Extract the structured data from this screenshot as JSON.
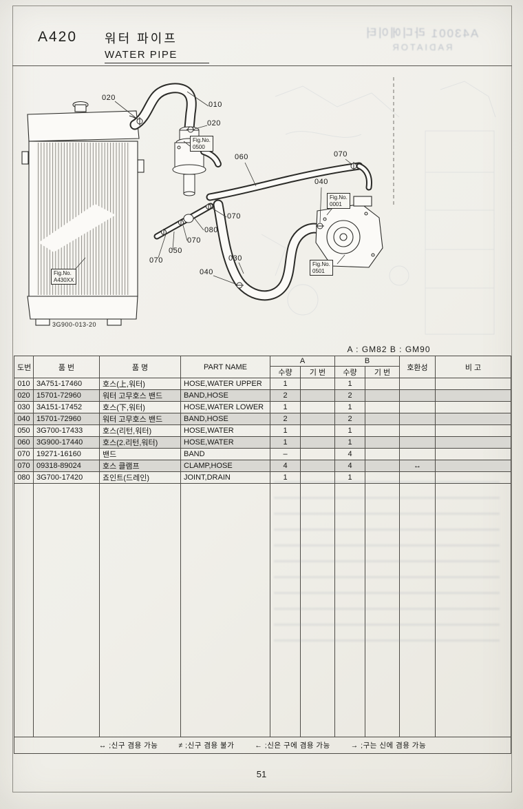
{
  "page": {
    "code": "A420",
    "title_kr": "워터 파이프",
    "title_en": "WATER PIPE",
    "variant_note": "A : GM82   B : GM90",
    "drawing_number": "3G900-013-20",
    "page_number": "51"
  },
  "ghost": {
    "line1": "A43001  라디에이터",
    "line2": "RADIATOR"
  },
  "diagram": {
    "callouts": [
      "020",
      "010",
      "020",
      "060",
      "070",
      "040",
      "070",
      "080",
      "070",
      "050",
      "070",
      "030",
      "040"
    ],
    "fig_labels": [
      {
        "prefix": "Fig.No.",
        "number": "0500"
      },
      {
        "prefix": "Fig.No.",
        "number": "0001"
      },
      {
        "prefix": "Fig.No.",
        "number": "0501"
      },
      {
        "prefix": "Fig.No.",
        "number": "A430XX"
      }
    ]
  },
  "table": {
    "headers": {
      "ref": "도번",
      "part_no": "품 번",
      "name_kr": "품    명",
      "part_name": "PART NAME",
      "group_a": "A",
      "group_b": "B",
      "qty": "수량",
      "serial": "기 번",
      "compat": "호환성",
      "remarks": "비  고"
    },
    "rows": [
      {
        "ref": "010",
        "part_no": "3A751-17460",
        "name_kr": "호스(上,워터)",
        "part_name": "HOSE,WATER UPPER",
        "a_qty": "1",
        "a_serial": "",
        "b_qty": "1",
        "b_serial": "",
        "compat": "",
        "remarks": ""
      },
      {
        "ref": "020",
        "part_no": "15701-72960",
        "name_kr": "워터 고무호스 밴드",
        "part_name": "BAND,HOSE",
        "a_qty": "2",
        "a_serial": "",
        "b_qty": "2",
        "b_serial": "",
        "compat": "",
        "remarks": ""
      },
      {
        "ref": "030",
        "part_no": "3A151-17452",
        "name_kr": "호스(下,워터)",
        "part_name": "HOSE,WATER LOWER",
        "a_qty": "1",
        "a_serial": "",
        "b_qty": "1",
        "b_serial": "",
        "compat": "",
        "remarks": ""
      },
      {
        "ref": "040",
        "part_no": "15701-72960",
        "name_kr": "워터 고무호스 밴드",
        "part_name": "BAND,HOSE",
        "a_qty": "2",
        "a_serial": "",
        "b_qty": "2",
        "b_serial": "",
        "compat": "",
        "remarks": ""
      },
      {
        "ref": "050",
        "part_no": "3G700-17433",
        "name_kr": "호스(리턴,워터)",
        "part_name": "HOSE,WATER",
        "a_qty": "1",
        "a_serial": "",
        "b_qty": "1",
        "b_serial": "",
        "compat": "",
        "remarks": ""
      },
      {
        "ref": "060",
        "part_no": "3G900-17440",
        "name_kr": "호스(2.리턴,워터)",
        "part_name": "HOSE,WATER",
        "a_qty": "1",
        "a_serial": "",
        "b_qty": "1",
        "b_serial": "",
        "compat": "",
        "remarks": ""
      },
      {
        "ref": "070",
        "part_no": "19271-16160",
        "name_kr": "밴드",
        "part_name": "BAND",
        "a_qty": "–",
        "a_serial": "",
        "b_qty": "4",
        "b_serial": "",
        "compat": "",
        "remarks": ""
      },
      {
        "ref": "070",
        "part_no": "09318-89024",
        "name_kr": "호스 클램프",
        "part_name": "CLAMP,HOSE",
        "a_qty": "4",
        "a_serial": "",
        "b_qty": "4",
        "b_serial": "",
        "compat": "↔",
        "remarks": ""
      },
      {
        "ref": "080",
        "part_no": "3G700-17420",
        "name_kr": "죠인트(드레인)",
        "part_name": "JOINT,DRAIN",
        "a_qty": "1",
        "a_serial": "",
        "b_qty": "1",
        "b_serial": "",
        "compat": "",
        "remarks": ""
      }
    ]
  },
  "legend": {
    "items": [
      "↔ ;신구 겸용 가능",
      "≠ ;신구 겸용 불가",
      "← ;신은 구에 겸용 가능",
      "→ ;구는 신에 겸용 가능"
    ]
  }
}
